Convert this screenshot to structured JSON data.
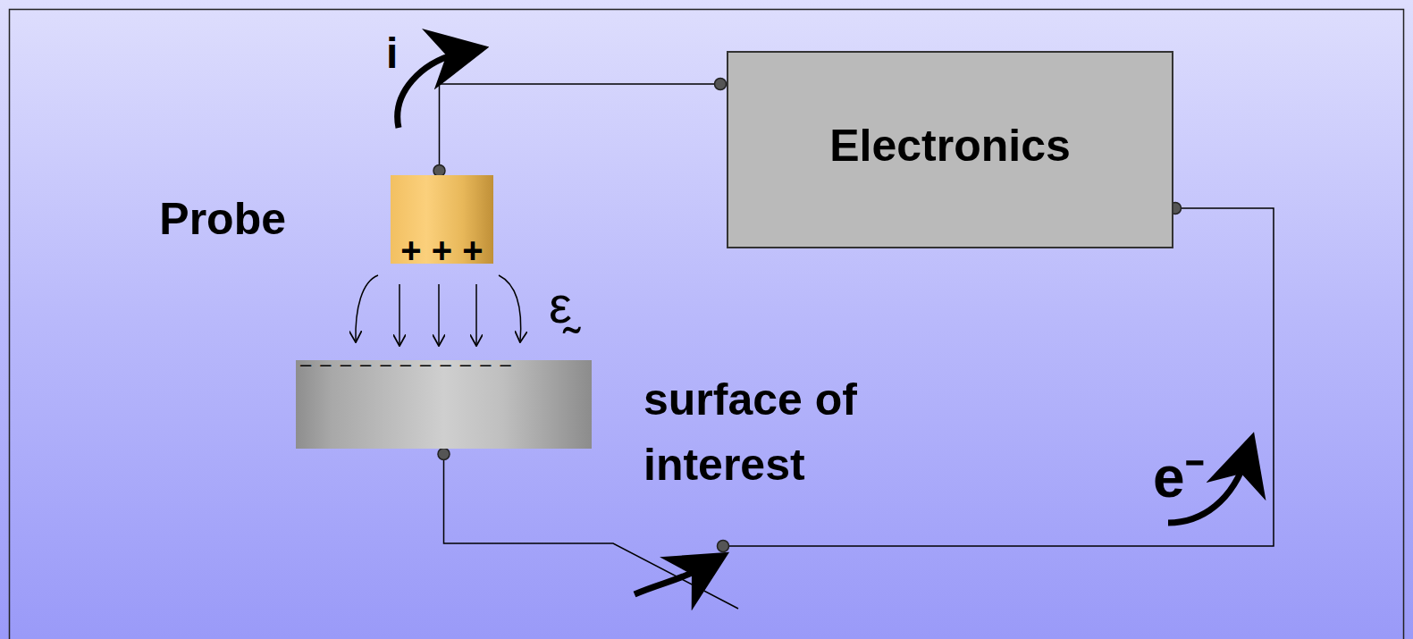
{
  "diagram": {
    "nodes": [
      {
        "text": [
          "Probe"
        ]
      },
      {
        "text": [
          "Electronics"
        ]
      },
      {
        "text": [
          "surface of interest"
        ]
      }
    ],
    "edges": [
      {
        "from": 0,
        "to": 1,
        "arrow": "none"
      },
      {
        "from": 2,
        "to": 1,
        "arrow": "none"
      }
    ],
    "labels": [
      "i",
      "+ + +",
      "ε̰",
      "– – – – – – – – – – –",
      "e⁻"
    ]
  }
}
